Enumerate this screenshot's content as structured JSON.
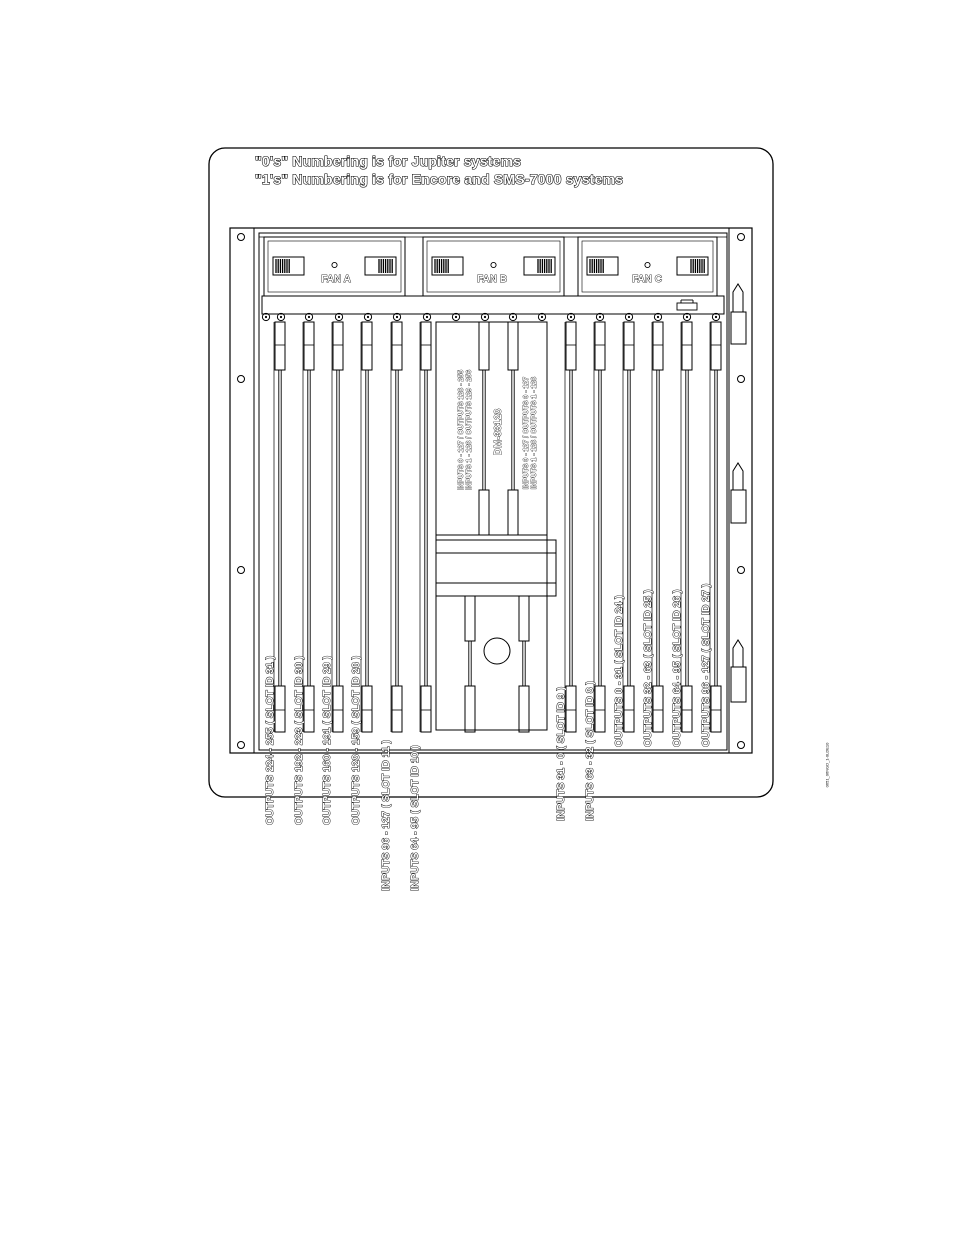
{
  "notes": {
    "line1": "\"0's\" Numbering is for Jupiter systems",
    "line2": "\"1's\" Numbering is for Encore and SMS-7000 systems"
  },
  "fans": [
    {
      "label": "FAN A"
    },
    {
      "label": "FAN B"
    },
    {
      "label": "FAN C"
    }
  ],
  "left_cards": [
    {
      "label": "OUTPUTS 224 - 255 ( SLOT ID 31 )"
    },
    {
      "label": "OUTPUTS 192 - 223 ( SLOT ID 30 )"
    },
    {
      "label": "OUTPUTS 160 - 191 ( SLOT ID 29 )"
    },
    {
      "label": "OUTPUTS 128 - 159 ( SLOT ID 28 )"
    },
    {
      "label": "INPUTS 96 - 127 ( SLOT ID 11 )"
    },
    {
      "label": "INPUTS 64 - 95 ( SLOT ID 10 )"
    }
  ],
  "matrix": {
    "name": "DM-33128",
    "upper_line1": "INPUTS 0 - 127 / OUTPUTS 128 - 255",
    "upper_line2": "INPUTS 1 - 128 / OUTPUTS 129 - 256",
    "lower_line1": "INPUTS 0 - 127 / OUTPUTS 0 - 127",
    "lower_line2": "INPUTS 1 - 128 / OUTPUTS 1 - 128"
  },
  "right_cards": [
    {
      "label": "INPUTS 31 - 0 ( SLOT ID 9 )"
    },
    {
      "label": "INPUTS 63 - 32 ( SLOT ID 8 )"
    },
    {
      "label": "OUTPUTS 0 - 31 ( SLOT ID 24 )"
    },
    {
      "label": "OUTPUTS 32 - 63 ( SLOT ID 25 )"
    },
    {
      "label": "OUTPUTS 64 - 95 ( SLOT ID 26 )"
    },
    {
      "label": "OUTPUTS 96 - 127 ( SLOT ID 27 )"
    }
  ],
  "figure_code": "0651_06NGD_1-0LDE10"
}
